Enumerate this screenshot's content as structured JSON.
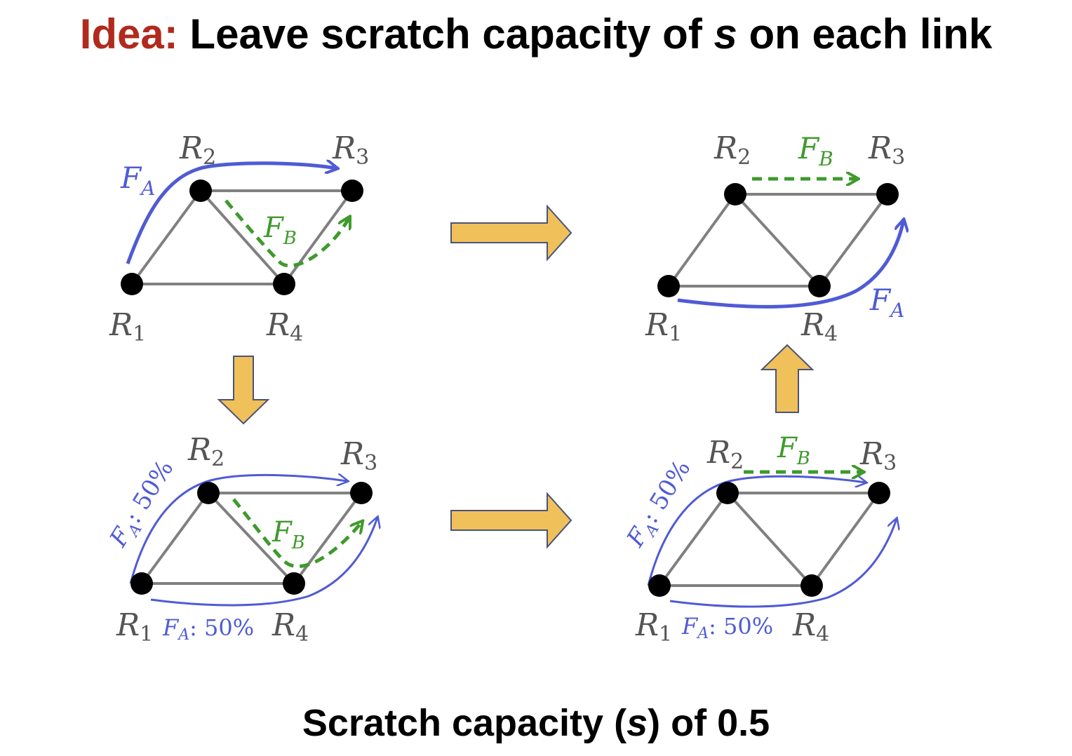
{
  "title": {
    "idea": "Idea:",
    "prefix": "Leave scratch capacity of",
    "variable": "s",
    "suffix": "on each link"
  },
  "caption": {
    "prefix": "Scratch capacity (",
    "variable": "s",
    "suffix": ") of 0.5"
  },
  "nodes": {
    "r1": {
      "letter": "R",
      "index": "1"
    },
    "r2": {
      "letter": "R",
      "index": "2"
    },
    "r3": {
      "letter": "R",
      "index": "3"
    },
    "r4": {
      "letter": "R",
      "index": "4"
    }
  },
  "flows": {
    "a": {
      "letter": "F",
      "index": "A",
      "color": "#4f5bd5"
    },
    "b": {
      "letter": "F",
      "index": "B",
      "color": "#3f9a2c"
    },
    "split": ": 50%"
  },
  "colors": {
    "edge": "#808080",
    "node": "#000000",
    "arrow_fill": "#f0c05a",
    "arrow_stroke": "#4a5378",
    "title_accent": "#b02a1e"
  }
}
